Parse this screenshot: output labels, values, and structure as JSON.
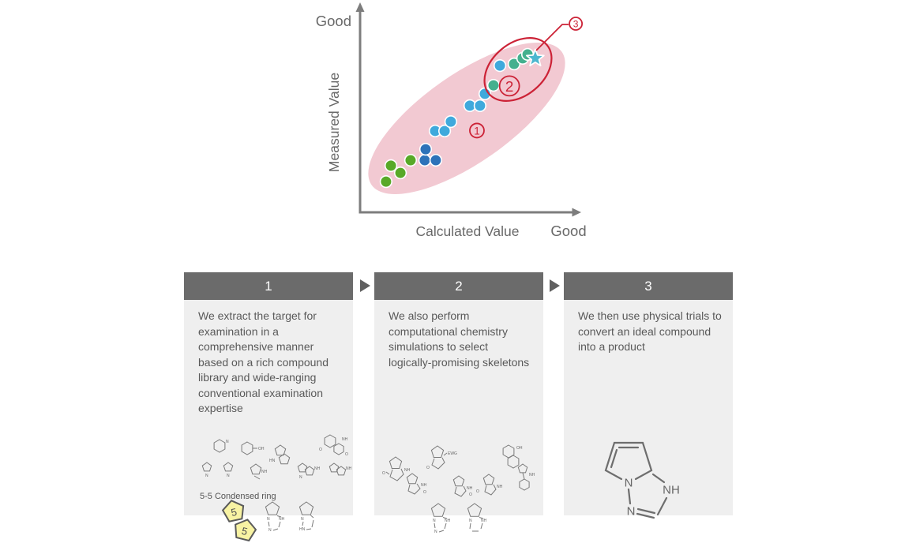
{
  "chart_data": {
    "type": "scatter",
    "title": "",
    "xlabel": "Calculated Value",
    "ylabel": "Measured Value",
    "x_end_label": "Good",
    "y_end_label": "Good",
    "xlim": [
      0,
      1
    ],
    "ylim": [
      0,
      1
    ],
    "grid": false,
    "legend": false,
    "axes_qualitative": true,
    "series": [
      {
        "name": "compounds-green",
        "marker": "circle",
        "color": "#58a928",
        "points": [
          [
            0.121,
            0.144
          ],
          [
            0.143,
            0.221
          ],
          [
            0.186,
            0.186
          ],
          [
            0.232,
            0.247
          ]
        ]
      },
      {
        "name": "compounds-dark-blue",
        "marker": "circle",
        "color": "#2d72b9",
        "points": [
          [
            0.296,
            0.247
          ],
          [
            0.3,
            0.3
          ],
          [
            0.346,
            0.247
          ]
        ]
      },
      {
        "name": "compounds-sky-blue",
        "marker": "circle",
        "color": "#3fa9dc",
        "points": [
          [
            0.343,
            0.388
          ],
          [
            0.386,
            0.388
          ],
          [
            0.414,
            0.433
          ],
          [
            0.5,
            0.51
          ],
          [
            0.546,
            0.51
          ],
          [
            0.568,
            0.567
          ],
          [
            0.636,
            0.703
          ]
        ]
      },
      {
        "name": "compounds-teal",
        "marker": "circle",
        "color": "#44b08e",
        "points": [
          [
            0.607,
            0.608
          ],
          [
            0.7,
            0.711
          ],
          [
            0.739,
            0.738
          ],
          [
            0.761,
            0.757
          ]
        ]
      },
      {
        "name": "ideal-compound-star",
        "marker": "star",
        "color": "#4cb7cf",
        "points": [
          [
            0.796,
            0.738
          ]
        ]
      }
    ],
    "annotations": [
      {
        "label": "1",
        "x": 0.532,
        "y": 0.39,
        "r": 9
      },
      {
        "label": "2",
        "x": 0.679,
        "y": 0.605,
        "r": 12.5
      },
      {
        "label": "3",
        "x": 0.979,
        "y": 0.905,
        "r": 8
      }
    ],
    "regions": [
      {
        "name": "correlation-band-ellipse",
        "color": "#f2c9d2"
      },
      {
        "name": "selected-cluster-ellipse",
        "color": "#cc2236"
      }
    ]
  },
  "colors": {
    "annotation_red": "#cc2236",
    "axis_gray": "#7d7d7d",
    "label_gray": "#696969",
    "panel_header_bg": "#6b6b6b",
    "panel_body_bg": "#efefef",
    "text_gray": "#595959",
    "pentagon_yellow": "#f8f3a3"
  },
  "panels": [
    {
      "number": "1",
      "description": "We extract the target for examination in a comprehensive manner based on a rich compound library and wide-ranging conventional examination expertise",
      "condensed_ring_label": "5-5 Condensed ring",
      "pentagon_labels": [
        "5",
        "5"
      ],
      "mini_labels": [
        "N",
        "OH",
        "HN",
        "NH",
        "O",
        "O",
        "N",
        "N",
        "NH",
        "NH",
        "N",
        "NH"
      ],
      "structure_labels": [
        "N",
        "NH",
        "N",
        "N",
        "HN"
      ]
    },
    {
      "number": "2",
      "description": "We also perform computational chemistry simulations to select logically-promising skeletons",
      "mini_labels": [
        "NH",
        "O",
        "NH",
        "O",
        "EWG",
        "O",
        "NH",
        "O",
        "NH",
        "O",
        "OH",
        "NH",
        "N",
        "NH",
        "N",
        "N",
        "NH"
      ]
    },
    {
      "number": "3",
      "description": "We then use physical trials to convert an ideal compound into a product",
      "structure_labels": [
        "N",
        "NH",
        "N"
      ]
    }
  ]
}
